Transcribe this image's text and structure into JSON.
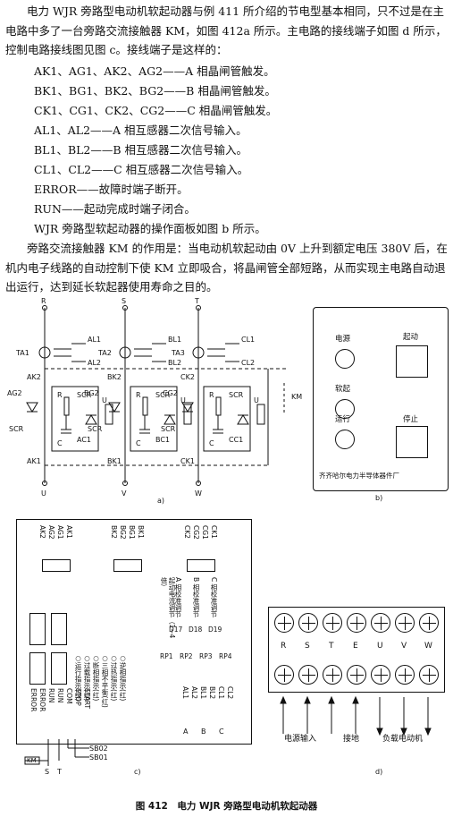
{
  "text": {
    "intro": "电力 WJR 旁路型电动机软起动器与例 411 所介绍的节电型基本相同，只不过是在主电路中多了一台旁路交流接触器 KM，如图 412a 所示。主电路的接线端子如图 d 所示，控制电路接线图见图 c。接线端子是这样的：",
    "lines": [
      "AK1、AG1、AK2、AG2——A 相晶闸管触发。",
      "BK1、BG1、BK2、BG2——B 相晶闸管触发。",
      "CK1、CG1、CK2、CG2——C 相晶闸管触发。",
      "AL1、AL2——A 相互感器二次信号输入。",
      "BL1、BL2——B 相互感器二次信号输入。",
      "CL1、CL2——C 相互感器二次信号输入。",
      "ERROR——故障时端子断开。",
      "RUN——起动完成时端子闭合。",
      "WJR 旁路型软起动器的操作面板如图 b 所示。"
    ],
    "outro": "旁路交流接触器 KM 的作用是：当电动机软起动由 0V 上升到额定电压 380V 后，在机内电子线路的自动控制下使 KM 立即吸合，将晶闸管全部短路，从而实现主电路自动退出运行，达到延长软起器使用寿命之目的。",
    "caption": "图 412　电力 WJR 旁路型电动机软起动器"
  },
  "fig_a": {
    "label": "a)",
    "phases": [
      "U",
      "V",
      "W"
    ],
    "inputs": [
      "R",
      "S",
      "T"
    ],
    "ta": [
      "TA1",
      "TA2",
      "TA3"
    ],
    "ak": [
      "AK2",
      "BK2",
      "CK2"
    ],
    "ak1": [
      "AK1",
      "BK1",
      "CK1"
    ],
    "ag": [
      "AG2",
      "BG2",
      "CG2"
    ],
    "ac1": [
      "AC1",
      "BC1",
      "CC1"
    ],
    "l1": [
      "AL1",
      "BL1",
      "CL1"
    ],
    "l2": [
      "AL2",
      "BL2",
      "CL2"
    ],
    "km": "KM",
    "r": "R",
    "c": "C",
    "scr": "SCR",
    "u": "U"
  },
  "fig_b": {
    "label": "b)",
    "power": "电源",
    "soft": "软起",
    "run": "运行",
    "start": "起动",
    "stop": "停止",
    "maker": "齐齐哈尔电力半导体器件厂"
  },
  "fig_c": {
    "label": "c)",
    "top_a": [
      "AK2",
      "AG2",
      "AG1",
      "AK1"
    ],
    "top_b": [
      "BK2",
      "BG2",
      "BG1",
      "BK1"
    ],
    "top_c": [
      "CK2",
      "CG2",
      "CG1",
      "CK1"
    ],
    "adj": [
      "起动电流调节（1~4 倍）",
      "A 相校准调节",
      "B 相校准调节",
      "C 相校准调节"
    ],
    "diodes": [
      "D17",
      "D18",
      "D19"
    ],
    "rp": [
      "RP1",
      "RP2",
      "RP3",
      "RP4"
    ],
    "indicators": [
      "○运行指示(绿)",
      "○过载指示(红)",
      "○断相指示(红)",
      "○三相不平衡(红)",
      "○过热指示(红)",
      "○逆相指示(红)"
    ],
    "bottom_left": [
      "ERROR",
      "ERROR",
      "RUN",
      "RUN",
      "COM",
      "STOP",
      "START"
    ],
    "bottom_right": [
      "AL1",
      "AL2",
      "BL1",
      "BL2",
      "CL1",
      "CL2"
    ],
    "abc": [
      "A",
      "B",
      "C"
    ],
    "sb02": "SB02",
    "sb01": "SB01",
    "km": "KM",
    "s": "S",
    "t": "T"
  },
  "fig_d": {
    "label": "d)",
    "terms": [
      "R",
      "S",
      "T",
      "E",
      "U",
      "V",
      "W"
    ],
    "power_in": "电源输入",
    "ground": "接地",
    "load": "负载电动机"
  }
}
